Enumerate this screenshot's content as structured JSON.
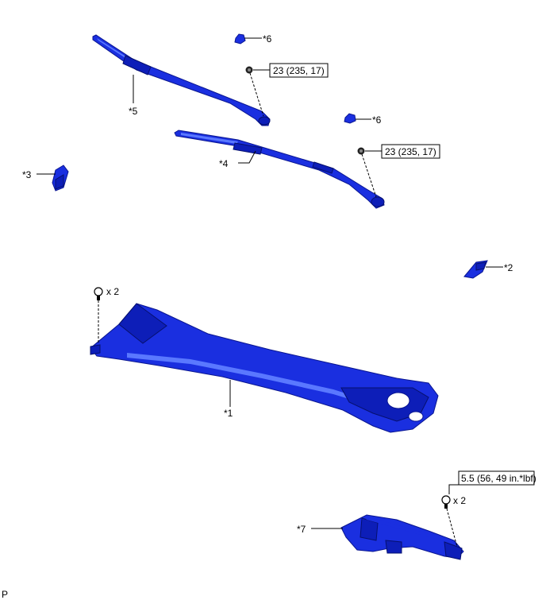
{
  "callouts": {
    "c1": "*1",
    "c2": "*2",
    "c3": "*3",
    "c4": "*4",
    "c5": "*5",
    "c6a": "*6",
    "c6b": "*6",
    "c7": "*7"
  },
  "torque": {
    "t_arm_upper": "23 (235, 17)",
    "t_arm_lower": "23 (235, 17)",
    "t_motor": "5.5 (56, 49 in.*lbf)"
  },
  "quantities": {
    "q_cowl_clip": "x 2",
    "q_motor_bolt": "x 2"
  },
  "corner_mark": "P",
  "colors": {
    "part": "#1a2fe0",
    "part_dark": "#0d1eb8",
    "highlight": "#5a78ff"
  }
}
